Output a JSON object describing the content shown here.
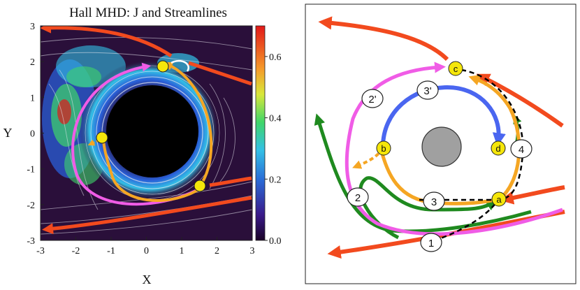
{
  "left_panel": {
    "title": "Hall MHD: J and Streamlines",
    "xlabel": "X",
    "ylabel": "Y",
    "x_ticks": [
      "-3",
      "-2",
      "-1",
      "0",
      "1",
      "2",
      "3"
    ],
    "y_ticks": [
      "3",
      "2",
      "1",
      "0",
      "-1",
      "-2",
      "-3"
    ],
    "colorbar_ticks": [
      "0.6",
      "0.4",
      "0.2",
      "0.0"
    ],
    "colorbar_range": [
      0.0,
      0.7
    ],
    "colors": {
      "flow_arrow": "#f24a1e",
      "magenta_path": "#f05ce6",
      "orange_path": "#f5a623",
      "green_path": "#1f8a1f",
      "marker": "#f5e60a",
      "obstacle": "#000000",
      "background_field": "#2a0f3a"
    }
  },
  "right_panel": {
    "labels": {
      "c": "c",
      "b": "b",
      "d": "d",
      "a": "a",
      "n1": "1",
      "n2": "2",
      "n2p": "2'",
      "n3": "3",
      "n3p": "3'",
      "n4": "4"
    },
    "colors": {
      "flow_arrow": "#f24a1e",
      "magenta_path": "#f05ce6",
      "orange_path": "#f5a623",
      "blue_path": "#4a66f0",
      "green_path": "#1f8a1f",
      "dashed_path": "#000000",
      "marker": "#f5e60a",
      "obstacle": "#a0a0a0"
    }
  }
}
